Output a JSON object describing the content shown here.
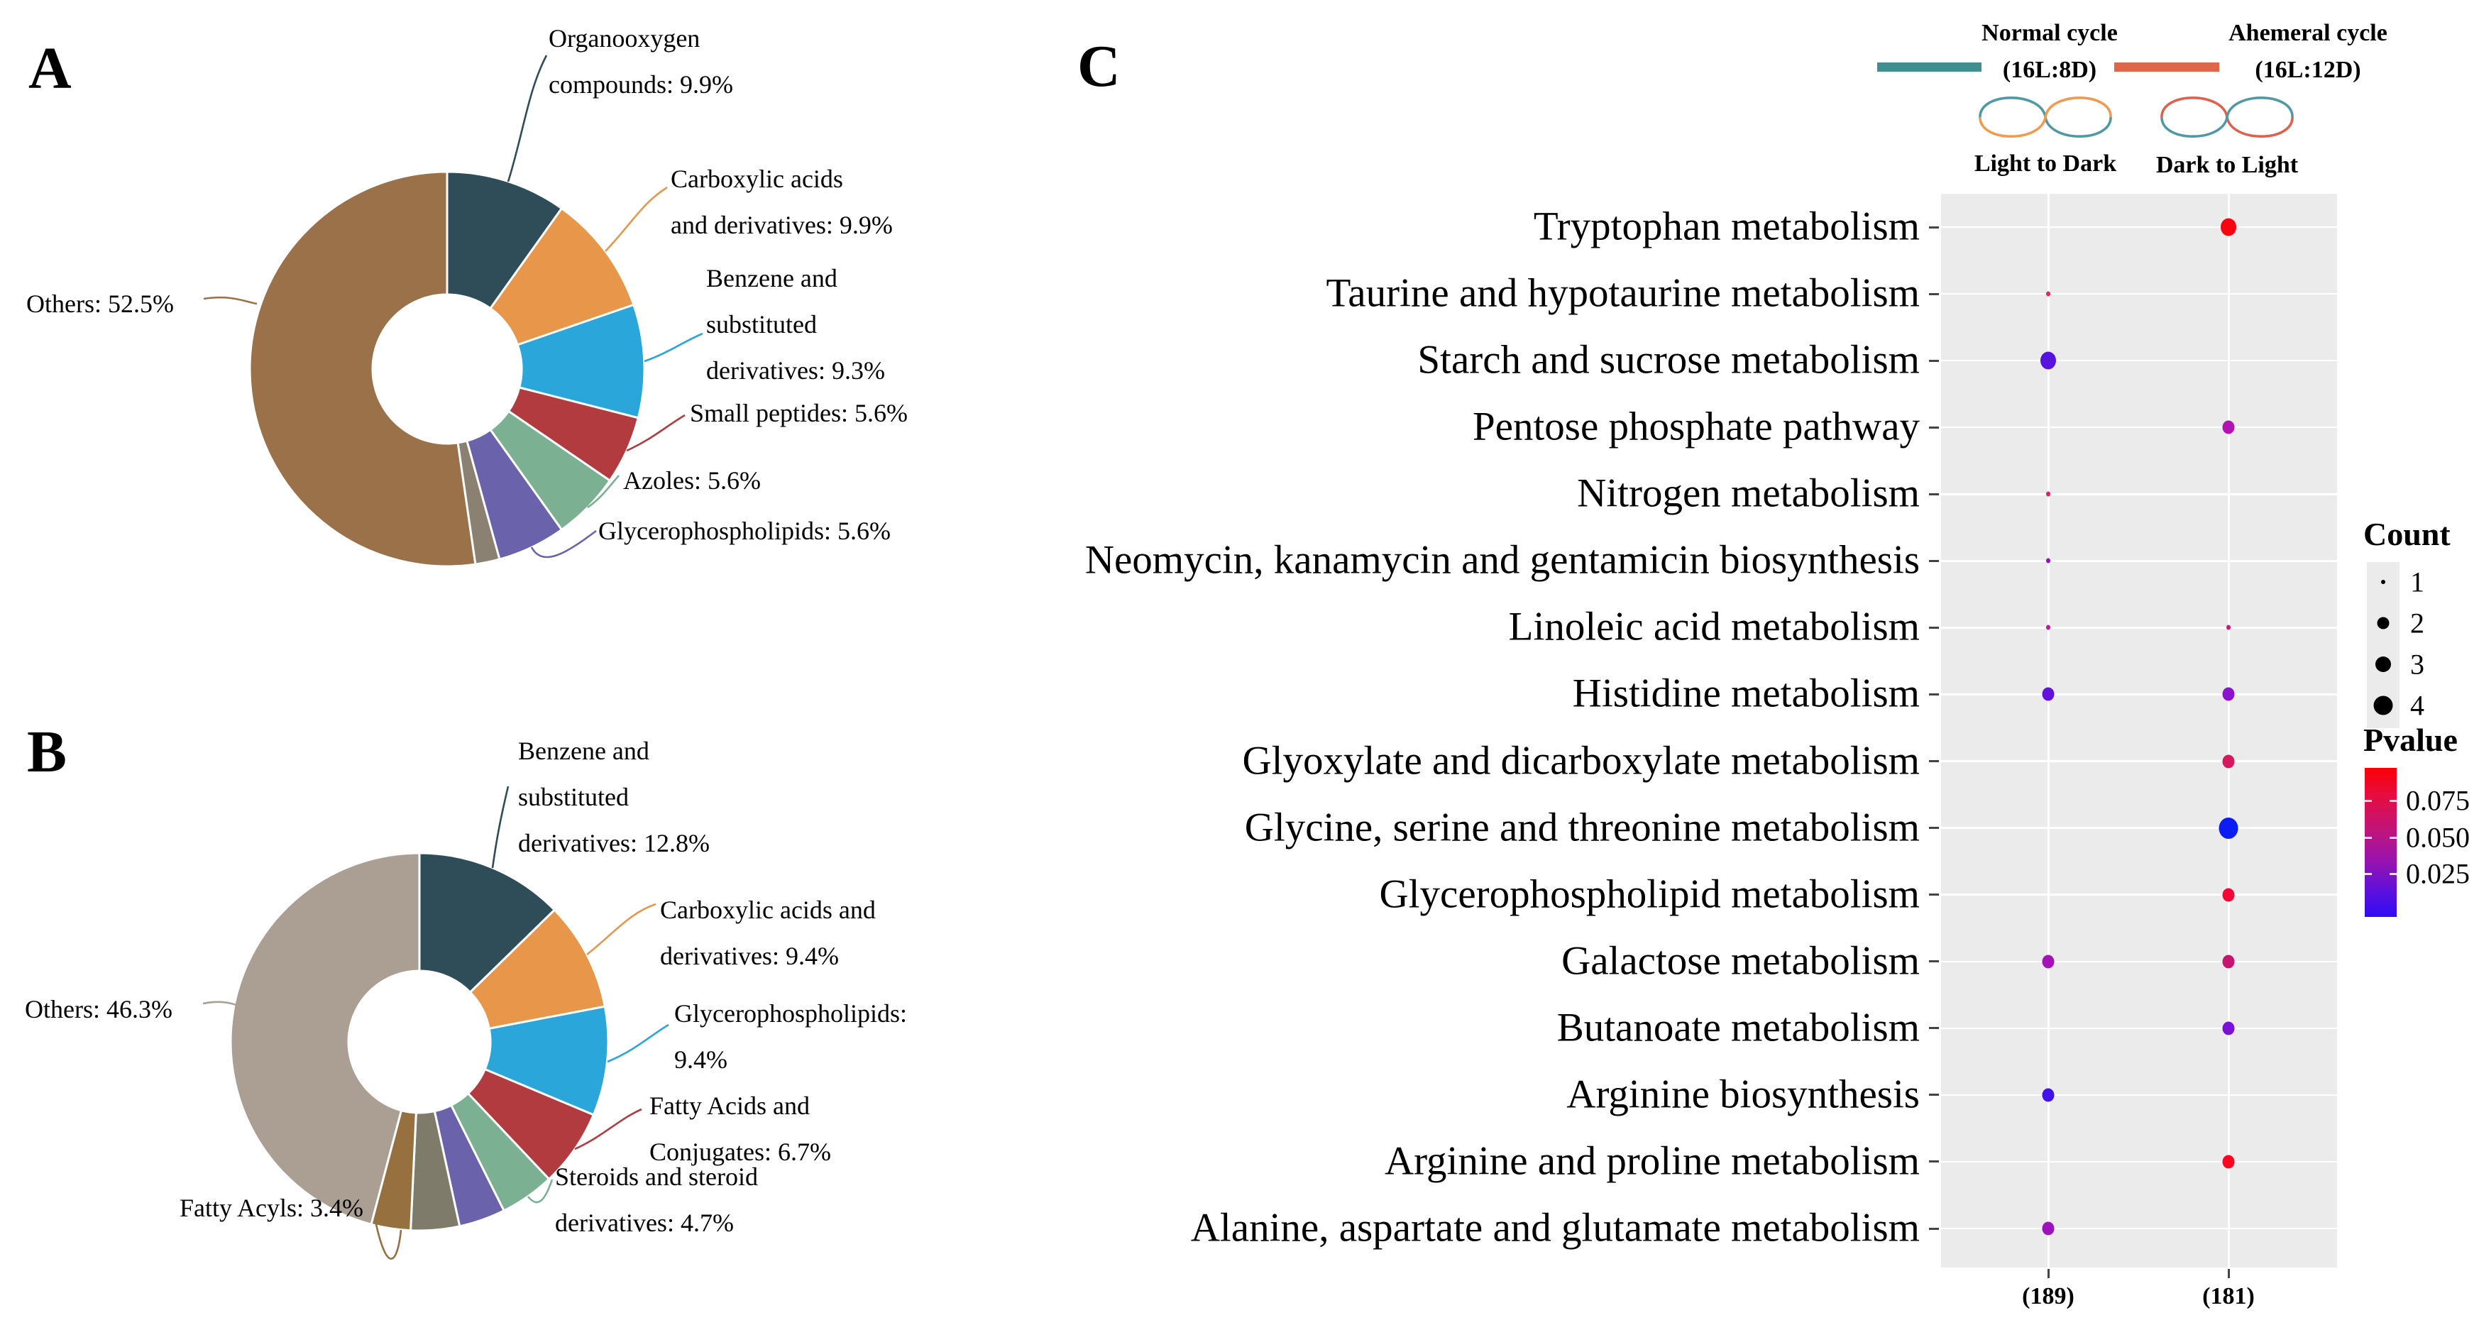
{
  "figure": {
    "panel_letters": [
      "A",
      "B",
      "C"
    ]
  },
  "chart_data": [
    {
      "type": "pie",
      "panel": "A",
      "style": "donut",
      "slices": [
        {
          "label": "Organooxygen compounds",
          "value": 9.9,
          "color": "#2f4d58"
        },
        {
          "label": "Carboxylic acids and derivatives",
          "value": 9.9,
          "color": "#e8964a"
        },
        {
          "label": "Benzene and substituted derivatives",
          "value": 9.3,
          "color": "#2aa6db"
        },
        {
          "label": "Small peptides",
          "value": 5.6,
          "color": "#b23b40"
        },
        {
          "label": "Azoles",
          "value": 5.6,
          "color": "#7cb093"
        },
        {
          "label": "Glycerophospholipids",
          "value": 5.6,
          "color": "#6a63ac"
        },
        {
          "label": "(unlabeled)",
          "value": 2.0,
          "color": "#8b8173"
        },
        {
          "label": "Others",
          "value": 52.5,
          "color": "#9a7148"
        }
      ],
      "callouts": [
        {
          "slice": 0,
          "lines": [
            "Organooxygen",
            "compounds: 9.9%"
          ]
        },
        {
          "slice": 1,
          "lines": [
            "Carboxylic acids",
            "and derivatives: 9.9%"
          ]
        },
        {
          "slice": 2,
          "lines": [
            "Benzene and",
            "substituted",
            "derivatives: 9.3%"
          ]
        },
        {
          "slice": 3,
          "lines": [
            "Small peptides: 5.6%"
          ]
        },
        {
          "slice": 4,
          "lines": [
            "Azoles: 5.6%"
          ]
        },
        {
          "slice": 5,
          "lines": [
            "Glycerophospholipids: 5.6%"
          ]
        },
        {
          "slice": 7,
          "lines": [
            "Others: 52.5%"
          ]
        }
      ]
    },
    {
      "type": "pie",
      "panel": "B",
      "style": "donut",
      "slices": [
        {
          "label": "Benzene and substituted derivatives",
          "value": 12.8,
          "color": "#2f4d58"
        },
        {
          "label": "Carboxylic acids and derivatives",
          "value": 9.4,
          "color": "#e8964a"
        },
        {
          "label": "Glycerophospholipids",
          "value": 9.4,
          "color": "#2aa6db"
        },
        {
          "label": "Fatty Acids and Conjugates",
          "value": 6.7,
          "color": "#b23b40"
        },
        {
          "label": "Steroids and steroid derivatives",
          "value": 4.7,
          "color": "#7cb093"
        },
        {
          "label": "(unlabeled)",
          "value": 4.0,
          "color": "#6a63ac"
        },
        {
          "label": "(unlabeled)",
          "value": 4.2,
          "color": "#7f7b6b"
        },
        {
          "label": "Fatty Acyls",
          "value": 3.4,
          "color": "#96703f"
        },
        {
          "label": "Others",
          "value": 46.3,
          "color": "#ab9f93"
        }
      ],
      "callouts": [
        {
          "slice": 0,
          "lines": [
            "Benzene and",
            "substituted",
            "derivatives: 12.8%"
          ]
        },
        {
          "slice": 1,
          "lines": [
            "Carboxylic acids and",
            "derivatives: 9.4%"
          ]
        },
        {
          "slice": 2,
          "lines": [
            "Glycerophospholipids:",
            "9.4%"
          ]
        },
        {
          "slice": 3,
          "lines": [
            "Fatty Acids and",
            "Conjugates: 6.7%"
          ]
        },
        {
          "slice": 4,
          "lines": [
            "Steroids and steroid",
            "derivatives: 4.7%"
          ]
        },
        {
          "slice": 7,
          "lines": [
            "Fatty Acyls: 3.4%"
          ]
        },
        {
          "slice": 8,
          "lines": [
            "Others: 46.3%"
          ]
        }
      ]
    },
    {
      "type": "scatter",
      "panel": "C",
      "subtype": "bubble-dotplot",
      "header": {
        "groups": [
          {
            "label": "Normal cycle",
            "sub": "(16L:8D)",
            "color": "#418e90"
          },
          {
            "label": "Ahemeral cycle",
            "sub": "(16L:12D)",
            "color": "#dd6749"
          }
        ],
        "loops": [
          {
            "label": "Light to Dark",
            "strand_colors": [
              "#4d9aa5",
              "#f09a4e"
            ]
          },
          {
            "label": "Dark to Light",
            "strand_colors": [
              "#e0604a",
              "#4d9aa5"
            ]
          }
        ]
      },
      "x_axis": [
        {
          "id": "light_to_dark",
          "label": "Light to Dark",
          "total": "(189)"
        },
        {
          "id": "dark_to_light",
          "label": "Dark to Light",
          "total": "(181)"
        }
      ],
      "rows": [
        {
          "pathway": "Tryptophan metabolism",
          "light_to_dark": null,
          "dark_to_light": {
            "count": 3,
            "pvalue": 0.09,
            "color": "#fb0410"
          }
        },
        {
          "pathway": "Taurine and hypotaurine metabolism",
          "light_to_dark": {
            "count": 1,
            "pvalue": 0.07,
            "color": "#e9245a"
          },
          "dark_to_light": null
        },
        {
          "pathway": "Starch and sucrose metabolism",
          "light_to_dark": {
            "count": 3,
            "pvalue": 0.015,
            "color": "#5714df"
          },
          "dark_to_light": null
        },
        {
          "pathway": "Pentose phosphate pathway",
          "light_to_dark": null,
          "dark_to_light": {
            "count": 2,
            "pvalue": 0.045,
            "color": "#b214b4"
          }
        },
        {
          "pathway": "Nitrogen metabolism",
          "light_to_dark": {
            "count": 1,
            "pvalue": 0.068,
            "color": "#e51f62"
          },
          "dark_to_light": null
        },
        {
          "pathway": "Neomycin, kanamycin and gentamicin biosynthesis",
          "light_to_dark": {
            "count": 1,
            "pvalue": 0.032,
            "color": "#8c13cd"
          },
          "dark_to_light": null
        },
        {
          "pathway": "Linoleic acid metabolism",
          "light_to_dark": {
            "count": 1,
            "pvalue": 0.05,
            "color": "#c115a6"
          },
          "dark_to_light": {
            "count": 1,
            "pvalue": 0.058,
            "color": "#d3167e"
          }
        },
        {
          "pathway": "Histidine metabolism",
          "light_to_dark": {
            "count": 2,
            "pvalue": 0.018,
            "color": "#6111dc"
          },
          "dark_to_light": {
            "count": 2,
            "pvalue": 0.032,
            "color": "#8c12cf"
          }
        },
        {
          "pathway": "Glyoxylate and dicarboxylate metabolism",
          "light_to_dark": null,
          "dark_to_light": {
            "count": 2,
            "pvalue": 0.06,
            "color": "#d5195e"
          }
        },
        {
          "pathway": "Glycine, serine and threonine metabolism",
          "light_to_dark": null,
          "dark_to_light": {
            "count": 4,
            "pvalue": 0.003,
            "color": "#0b1df2"
          }
        },
        {
          "pathway": "Glycerophospholipid metabolism",
          "light_to_dark": null,
          "dark_to_light": {
            "count": 2,
            "pvalue": 0.08,
            "color": "#f30734"
          }
        },
        {
          "pathway": "Galactose metabolism",
          "light_to_dark": {
            "count": 2,
            "pvalue": 0.04,
            "color": "#a314b7"
          },
          "dark_to_light": {
            "count": 2,
            "pvalue": 0.055,
            "color": "#c5156e"
          }
        },
        {
          "pathway": "Butanoate metabolism",
          "light_to_dark": null,
          "dark_to_light": {
            "count": 2,
            "pvalue": 0.025,
            "color": "#7b11d7"
          }
        },
        {
          "pathway": "Arginine biosynthesis",
          "light_to_dark": {
            "count": 2,
            "pvalue": 0.01,
            "color": "#4113e9"
          },
          "dark_to_light": null
        },
        {
          "pathway": "Arginine and proline metabolism",
          "light_to_dark": null,
          "dark_to_light": {
            "count": 2,
            "pvalue": 0.085,
            "color": "#fa0620"
          }
        },
        {
          "pathway": "Alanine, aspartate and glutamate metabolism",
          "light_to_dark": {
            "count": 2,
            "pvalue": 0.038,
            "color": "#9c13bb"
          },
          "dark_to_light": null
        }
      ],
      "legends": {
        "count": {
          "title": "Count",
          "items": [
            1,
            2,
            3,
            4
          ],
          "dot_color": "#000000"
        },
        "pvalue": {
          "title": "Pvalue",
          "ticks": [
            "0.075",
            "0.050",
            "0.025"
          ],
          "gradient": [
            "#fb0005",
            "#e60d3e",
            "#c31476",
            "#9a13ae",
            "#5e11db",
            "#2f0bf5"
          ]
        }
      },
      "panel_background": "#ebebeb"
    }
  ]
}
